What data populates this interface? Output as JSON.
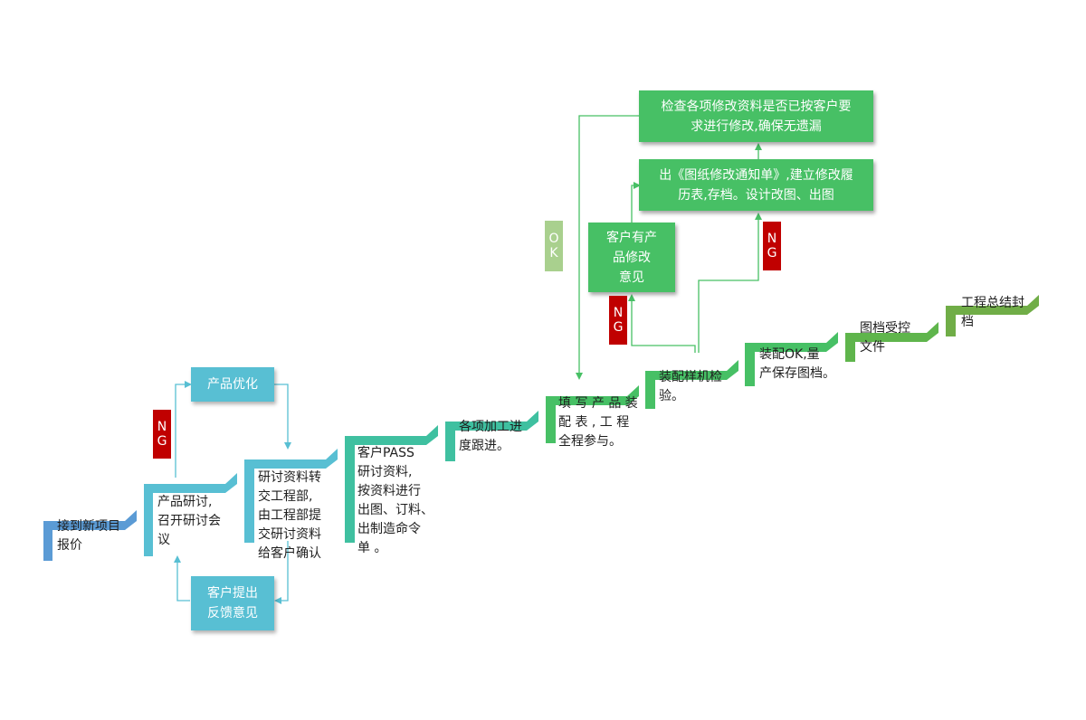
{
  "steps": [
    {
      "text": "接到新项目\n报价",
      "color": "#5b9bd5"
    },
    {
      "text": "产品研讨,\n召开研讨会\n议",
      "color": "#58bfd3"
    },
    {
      "text": "研讨资料转\n交工程部,\n由工程部提\n交研讨资料\n给客户确认",
      "color": "#58bfd3"
    },
    {
      "text": "客户PASS\n研讨资料,\n按资料进行\n出图、订料、\n出制造命令\n单 。",
      "color": "#3fc0a0"
    },
    {
      "text": "各项加工进\n度跟进。",
      "color": "#3fc0a0"
    },
    {
      "text": "填 写 产 品 装\n配 表 , 工 程\n全程参与。",
      "color": "#47c065"
    },
    {
      "text": "装配样机检\n验。",
      "color": "#47c065"
    },
    {
      "text": "装配OK,量\n产保存图档。",
      "color": "#47c065"
    },
    {
      "text": "图档受控\n文件",
      "color": "#5fb54c"
    },
    {
      "text": "工程总结封\n档",
      "color": "#70ad47"
    }
  ],
  "boxes": {
    "optimize": "产品优化",
    "feedback": "客户提出\n反馈意见",
    "customer_opinion": "客户有产\n品修改\n意见",
    "notice": "出《图纸修改通知单》,建立修改履\n历表,存档。设计改图、出图",
    "check": "检查各项修改资料是否已按客户要\n求进行修改,确保无遗漏"
  },
  "tags": {
    "ng": "NG",
    "ok": "OK"
  },
  "colors": {
    "connector_blue": "#58bfd3",
    "connector_green": "#47c065",
    "ng": "#c00000",
    "ok": "#a9d08e"
  }
}
